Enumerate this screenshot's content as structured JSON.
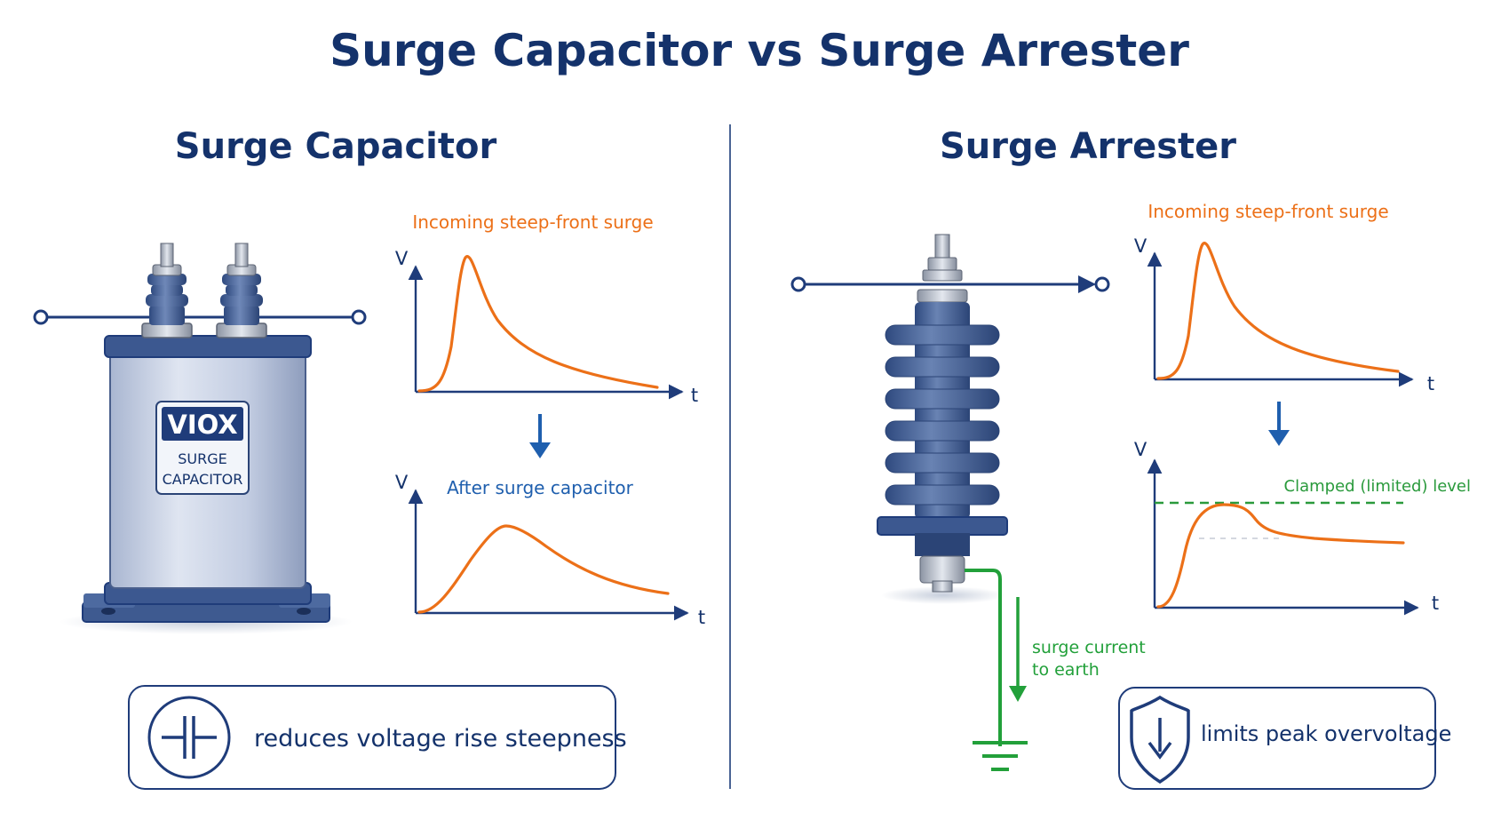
{
  "title": "Surge Capacitor vs Surge Arrester",
  "capacitor": {
    "heading": "Surge Capacitor",
    "brand": "VIOX",
    "plate_line1": "SURGE",
    "plate_line2": "CAPACITOR",
    "incoming_label": "Incoming steep-front surge",
    "after_label": "After surge capacitor",
    "axis_v": "V",
    "axis_t": "t",
    "summary": "reduces voltage rise steepness",
    "summary_icon": "capacitor-symbol-icon"
  },
  "arrester": {
    "heading": "Surge Arrester",
    "incoming_label": "Incoming steep-front surge",
    "clamp_label": "Clamped (limited) level",
    "earth_line1": "surge current",
    "earth_line2": "to earth",
    "axis_v": "V",
    "axis_t": "t",
    "summary": "limits peak overvoltage",
    "summary_icon": "shield-down-arrow-icon"
  },
  "colors": {
    "title": "#14326b",
    "surge_curve": "#ec7018",
    "after_label": "#1f5fae",
    "clamp": "#2a9a3c",
    "earth": "#22a03a",
    "equipment": "#4a6494"
  }
}
